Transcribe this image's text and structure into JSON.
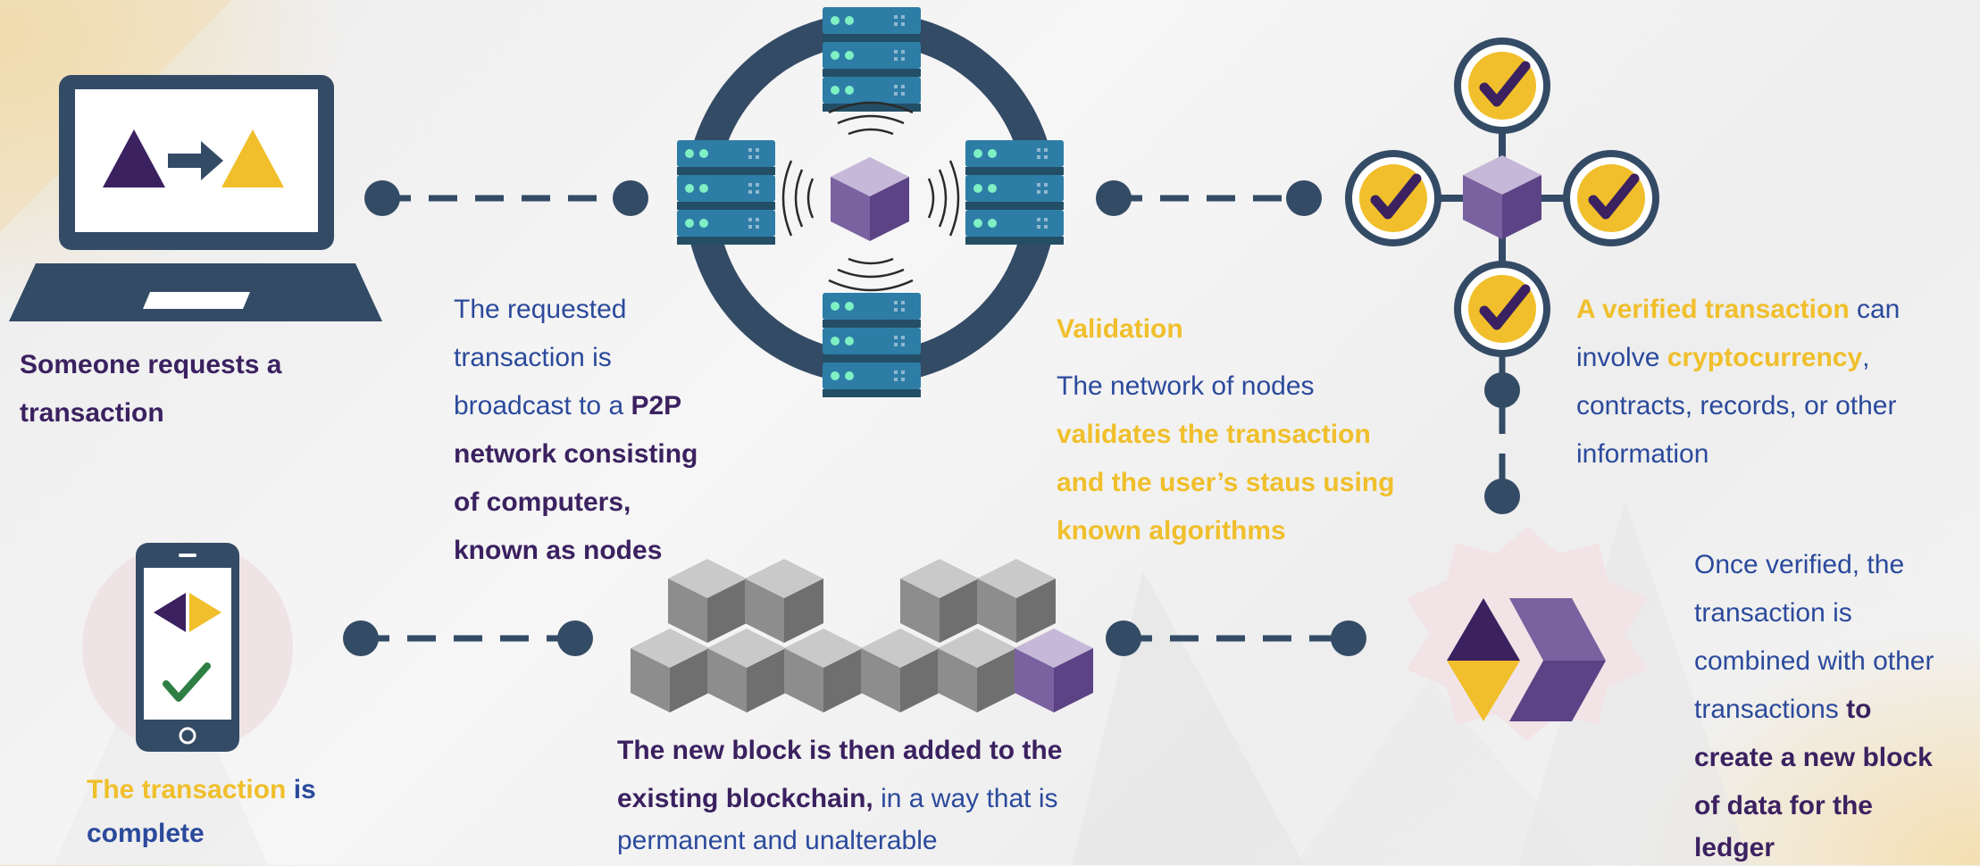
{
  "steps": {
    "request": {
      "line1": "Someone requests a",
      "line2": "transaction"
    },
    "broadcast": {
      "l1": "The requested",
      "l2": "transaction is",
      "l3a": "broadcast to a ",
      "l3b": "P2P",
      "l4": "network consisting",
      "l5": "of computers,",
      "l6": "known as nodes"
    },
    "validation": {
      "heading": "Validation",
      "l1": "The network of nodes",
      "l2": "validates the transaction",
      "l3": "and the user’s staus using",
      "l4": "known algorithms"
    },
    "verified": {
      "l1a": "A verified transaction",
      "l1b": " can",
      "l2a": "involve ",
      "l2b": "cryptocurrency",
      "l2c": ",",
      "l3": "contracts, records, or other",
      "l4": "information"
    },
    "combined": {
      "l1": "Once verified, the",
      "l2": "transaction is",
      "l3": "combined with other",
      "l4a": "transactions ",
      "l4b": "to",
      "l5": "create a new block",
      "l6": "of data for the",
      "l7": "ledger"
    },
    "added": {
      "l1": "The new block is then added to the",
      "l2a": "existing blockchain,",
      "l2b": " in a way that is",
      "l3": "permanent and unalterable"
    },
    "complete": {
      "l1a": "The transaction",
      "l1b": " is",
      "l2": "complete"
    }
  },
  "colors": {
    "navy": "#344b66",
    "purple": "#3b2160",
    "gold": "#f0bf2b",
    "text_blue": "#2b4a9c",
    "server": "#2e7da6",
    "led": "#7ef0c4",
    "cube_top": "#c6b8d8",
    "cube_left": "#7a62a0",
    "cube_right": "#5b4386"
  },
  "icons": [
    "laptop-icon",
    "server-network-icon",
    "verified-node-icon",
    "blockchain-icon",
    "new-block-icon",
    "smartphone-icon"
  ]
}
